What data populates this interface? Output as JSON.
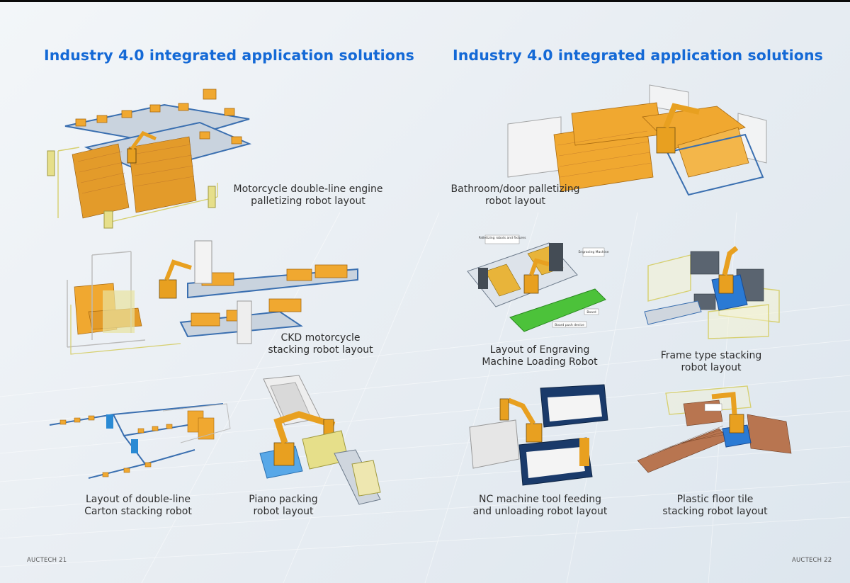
{
  "left_page": {
    "heading": "Industry 4.0 integrated application solutions",
    "footer": "AUCTECH 21",
    "captions": [
      {
        "id": "motorcycle-engine",
        "line1": "Motorcycle double-line engine",
        "line2": "palletizing robot layout"
      },
      {
        "id": "ckd-motorcycle",
        "line1": "CKD motorcycle",
        "line2": "stacking robot layout"
      },
      {
        "id": "double-line-carton",
        "line1": "Layout of double-line",
        "line2": "Carton stacking robot"
      },
      {
        "id": "piano-packing",
        "line1": "Piano packing",
        "line2": "robot layout"
      }
    ]
  },
  "right_page": {
    "heading": "Industry 4.0 integrated application solutions",
    "footer": "AUCTECH 22",
    "captions": [
      {
        "id": "bathroom-door",
        "line1": "Bathroom/door palletizing",
        "line2": "robot layout"
      },
      {
        "id": "engraving-machine",
        "line1": "Layout of Engraving",
        "line2": "Machine Loading Robot"
      },
      {
        "id": "frame-type",
        "line1": "Frame type stacking",
        "line2": "robot layout"
      },
      {
        "id": "nc-machine",
        "line1": "NC machine tool feeding",
        "line2": "and unloading robot layout"
      },
      {
        "id": "plastic-floor-tile",
        "line1": "Plastic floor tile",
        "line2": "stacking robot layout"
      }
    ],
    "engraving_labels": {
      "palletizing": "Palletizing robots and fixtures",
      "engraving": "Engraving Machine",
      "board": "Board",
      "board_push": "Board push device"
    }
  },
  "colors": {
    "heading_blue": "#1469d6",
    "robot_orange": "#e8a020",
    "box_orange": "#f0a830",
    "frame_blue": "#3a6fb0",
    "fence_yellow": "#d9d27a",
    "green_floor": "#4cc23a"
  }
}
